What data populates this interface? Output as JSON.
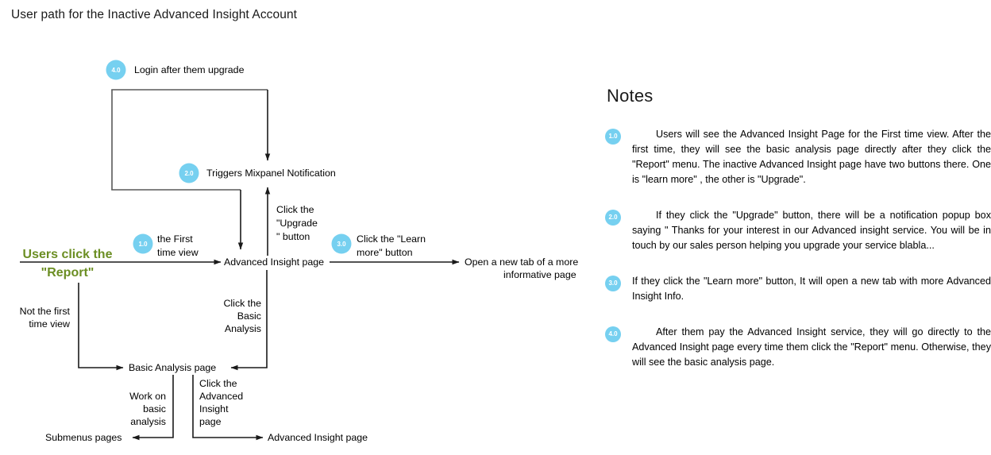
{
  "page": {
    "title": "User path for the Inactive Advanced Insight Account"
  },
  "diagram": {
    "start_node": {
      "line1": "Users click the",
      "line2": "\"Report\""
    },
    "nodes": {
      "advanced_insight_page": "Advanced Insight page",
      "triggers_mixpanel": "Triggers Mixpanel Notification",
      "login_after_upgrade": "Login after them upgrade",
      "open_new_tab_line1": "Open a new tab of a more",
      "open_new_tab_line2": "informative page",
      "basic_analysis_page": "Basic Analysis page",
      "submenus_pages": "Submenus pages",
      "advanced_insight_page_bottom": "Advanced Insight page"
    },
    "badges": {
      "b1": "1.0",
      "b2": "2.0",
      "b3": "3.0",
      "b4": "4.0"
    },
    "edge_labels": {
      "first_time_view_l1": "the First",
      "first_time_view_l2": "time view",
      "click_upgrade_l1": "Click the",
      "click_upgrade_l2": "\"Upgrade",
      "click_upgrade_l3": "\" button",
      "click_learn_more_l1": "Click the \"Learn",
      "click_learn_more_l2": "more\" button",
      "not_first_time_l1": "Not the first",
      "not_first_time_l2": "time view",
      "click_basic_analysis_l1": "Click the",
      "click_basic_analysis_l2": "Basic",
      "click_basic_analysis_l3": "Analysis",
      "work_on_basic_l1": "Work on",
      "work_on_basic_l2": "basic",
      "work_on_basic_l3": "analysis",
      "click_advanced_insight_l1": "Click the",
      "click_advanced_insight_l2": "Advanced",
      "click_advanced_insight_l3": "Insight",
      "click_advanced_insight_l4": "page"
    }
  },
  "notes": {
    "heading": "Notes",
    "items": [
      {
        "badge": "1.0",
        "text": "Users will see the Advanced Insight Page for the First time view. After the first time, they will see the basic analysis page directly after they click the \"Report\" menu. The  inactive Advanced Insight page have two buttons there. One is  \"learn more\" , the other is \"Upgrade\"."
      },
      {
        "badge": "2.0",
        "text": "If they click the \"Upgrade\" button,  there will be a notification popup box saying \" Thanks for your interest in our Advanced insight service. You will be in touch by our sales person helping you upgrade your service blabla..."
      },
      {
        "badge": "3.0",
        "text": "If they click the \"Learn more\" button,  It will open a new tab with more Advanced Insight Info."
      },
      {
        "badge": "4.0",
        "text": "After them pay the Advanced Insight service, they will go directly to the Advanced Insight page every time them click the \"Report\" menu. Otherwise, they will see the basic analysis page."
      }
    ]
  },
  "colors": {
    "badge_blue": "#76D0F0",
    "start_green": "#6B8E23",
    "line_dark": "#1a1a1a",
    "line_grey": "#595959",
    "text": "#000000"
  }
}
